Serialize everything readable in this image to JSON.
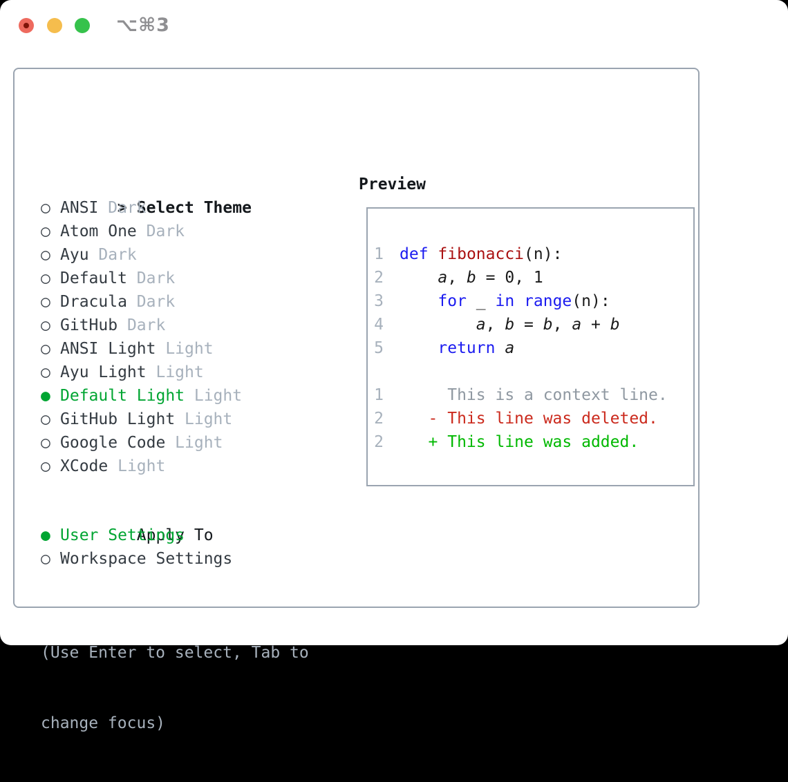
{
  "window": {
    "title": "⌥⌘3",
    "traffic_lights": [
      {
        "icon": "close-icon"
      },
      {
        "icon": "minimize-icon"
      },
      {
        "icon": "zoom-icon"
      }
    ]
  },
  "theme_panel": {
    "header": {
      "prompt": ">",
      "label": "Select Theme"
    },
    "themes": [
      {
        "name": "ANSI",
        "variant": "Dark",
        "selected": false
      },
      {
        "name": "Atom One",
        "variant": "Dark",
        "selected": false
      },
      {
        "name": "Ayu",
        "variant": "Dark",
        "selected": false
      },
      {
        "name": "Default",
        "variant": "Dark",
        "selected": false
      },
      {
        "name": "Dracula",
        "variant": "Dark",
        "selected": false
      },
      {
        "name": "GitHub",
        "variant": "Dark",
        "selected": false
      },
      {
        "name": "ANSI Light",
        "variant": "Light",
        "selected": false
      },
      {
        "name": "Ayu Light",
        "variant": "Light",
        "selected": false
      },
      {
        "name": "Default Light",
        "variant": "Light",
        "selected": true
      },
      {
        "name": "GitHub Light",
        "variant": "Light",
        "selected": false
      },
      {
        "name": "Google Code",
        "variant": "Light",
        "selected": false
      },
      {
        "name": "XCode",
        "variant": "Light",
        "selected": false
      }
    ],
    "apply_to": {
      "label": "Apply To",
      "options": [
        {
          "name": "User Settings",
          "selected": true
        },
        {
          "name": "Workspace Settings",
          "selected": false
        }
      ]
    },
    "hint_lines": [
      "(Use Enter to select, Tab to",
      "change focus)"
    ],
    "radio_selected_glyph": "●",
    "radio_unselected_glyph": "○"
  },
  "preview": {
    "label": "Preview",
    "lines": [
      {
        "num": "",
        "tokens": []
      },
      {
        "num": "1",
        "tokens": [
          {
            "t": "def",
            "c": "kw"
          },
          {
            "t": " ",
            "c": "pl"
          },
          {
            "t": "fibonacci",
            "c": "fn"
          },
          {
            "t": "(n):",
            "c": "pl"
          }
        ]
      },
      {
        "num": "2",
        "tokens": [
          {
            "t": "    ",
            "c": "pl"
          },
          {
            "t": "a",
            "c": "var"
          },
          {
            "t": ", ",
            "c": "pl"
          },
          {
            "t": "b",
            "c": "var"
          },
          {
            "t": " = 0, 1",
            "c": "pl"
          }
        ]
      },
      {
        "num": "3",
        "tokens": [
          {
            "t": "    ",
            "c": "pl"
          },
          {
            "t": "for",
            "c": "kw"
          },
          {
            "t": " _ ",
            "c": "pl"
          },
          {
            "t": "in",
            "c": "kw"
          },
          {
            "t": " ",
            "c": "pl"
          },
          {
            "t": "range",
            "c": "kw"
          },
          {
            "t": "(n):",
            "c": "pl"
          }
        ]
      },
      {
        "num": "4",
        "tokens": [
          {
            "t": "        ",
            "c": "pl"
          },
          {
            "t": "a",
            "c": "var"
          },
          {
            "t": ", ",
            "c": "pl"
          },
          {
            "t": "b",
            "c": "var"
          },
          {
            "t": " = ",
            "c": "pl"
          },
          {
            "t": "b",
            "c": "var"
          },
          {
            "t": ", ",
            "c": "pl"
          },
          {
            "t": "a",
            "c": "var"
          },
          {
            "t": " + ",
            "c": "pl"
          },
          {
            "t": "b",
            "c": "var"
          }
        ]
      },
      {
        "num": "5",
        "tokens": [
          {
            "t": "    ",
            "c": "pl"
          },
          {
            "t": "return",
            "c": "kw"
          },
          {
            "t": " ",
            "c": "pl"
          },
          {
            "t": "a",
            "c": "var"
          }
        ]
      },
      {
        "num": "",
        "tokens": []
      },
      {
        "num": "1",
        "tokens": [
          {
            "t": "     This is a context line.",
            "c": "ctx"
          }
        ]
      },
      {
        "num": "2",
        "tokens": [
          {
            "t": "   - This line was deleted.",
            "c": "del"
          }
        ]
      },
      {
        "num": "2",
        "tokens": [
          {
            "t": "   + This line was added.",
            "c": "add"
          }
        ]
      }
    ]
  },
  "colors": {
    "selection_green": "#00a532",
    "added_green": "#00b800",
    "deleted_red": "#cb2a1d",
    "keyword_blue": "#1b1bf0",
    "function_red": "#aa1111",
    "muted_gray": "#a7b1bc",
    "panel_border_gray": "#9aa4b0",
    "traffic_red": "#ee6a5e",
    "traffic_yellow": "#f5bd4d",
    "traffic_green": "#36c24c"
  }
}
